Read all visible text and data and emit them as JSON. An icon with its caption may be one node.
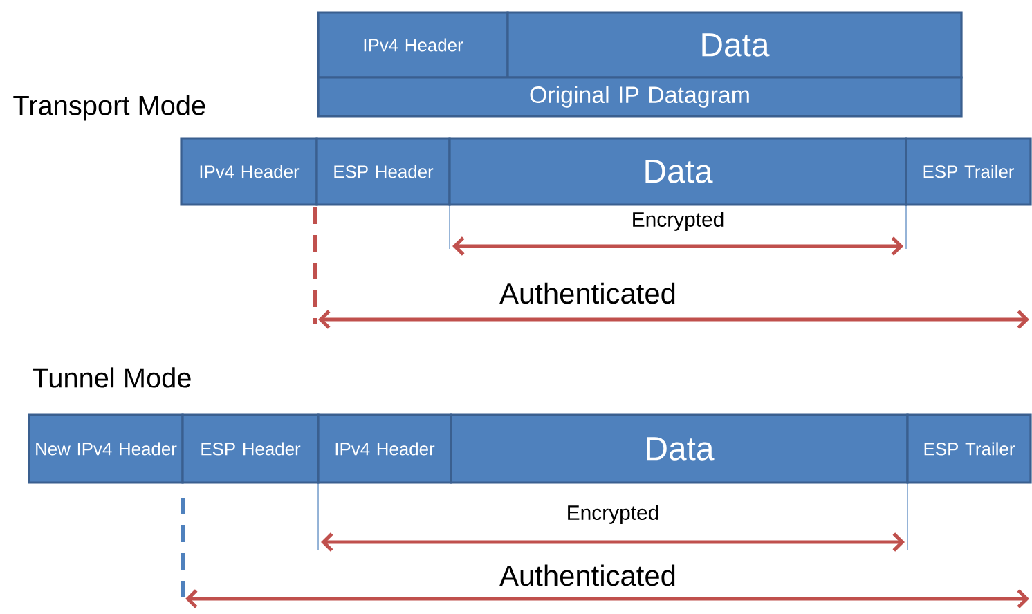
{
  "diagram": {
    "nodes": [
      {
        "text": [
          "IPv4 Header"
        ]
      },
      {
        "text": [
          "Data"
        ]
      },
      {
        "text": [
          "Original IP Datagram"
        ]
      },
      {
        "text": [
          "IPv4 Header"
        ]
      },
      {
        "text": [
          "ESP Header"
        ]
      },
      {
        "text": [
          "Data"
        ]
      },
      {
        "text": [
          "ESP Trailer"
        ]
      },
      {
        "text": [
          "New IPv4 Header"
        ]
      },
      {
        "text": [
          "ESP Header"
        ]
      },
      {
        "text": [
          "IPv4 Header"
        ]
      },
      {
        "text": [
          "Data"
        ]
      },
      {
        "text": [
          "ESP Trailer"
        ]
      }
    ],
    "labels": [
      "Transport Mode",
      "Encrypted",
      "Authenticated",
      "Tunnel Mode",
      "Encrypted",
      "Authenticated"
    ]
  }
}
